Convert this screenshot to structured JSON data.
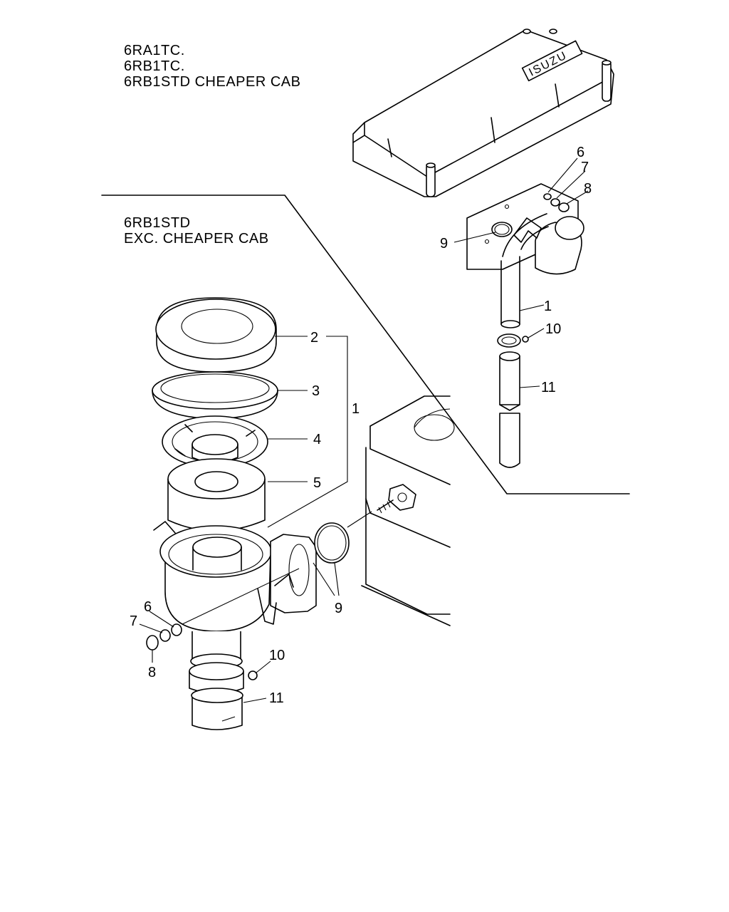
{
  "titles": {
    "top": [
      "6RA1TC.",
      "6RB1TC.",
      "6RB1STD CHEAPER CAB"
    ],
    "middle": [
      "6RB1STD",
      "EXC. CHEAPER CAB"
    ]
  },
  "logo": "ISUZU",
  "callouts": {
    "upper": {
      "n6": "6",
      "n7": "7",
      "n8": "8",
      "n9": "9",
      "n1": "1",
      "n10": "10",
      "n11": "11"
    },
    "lower": {
      "n2": "2",
      "n3": "3",
      "n4": "4",
      "n5": "5",
      "n1": "1",
      "n9": "9",
      "n6": "6",
      "n7": "7",
      "n8": "8",
      "n10": "10",
      "n11": "11"
    }
  }
}
